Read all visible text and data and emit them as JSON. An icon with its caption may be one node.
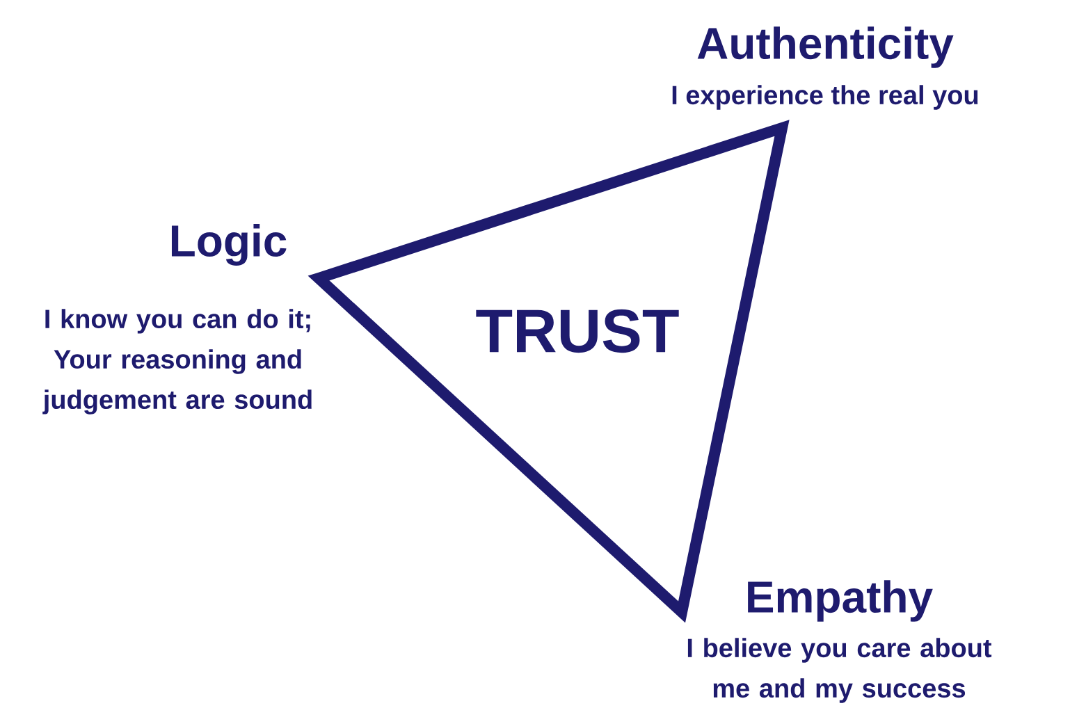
{
  "diagram": {
    "nodes": [
      {
        "text": [
          "TRUST"
        ]
      }
    ],
    "labels": [
      "Authenticity",
      "I experience the real you",
      "Logic",
      "I know you can do it; Your reasoning and judgement are sound",
      "Empathy",
      "I believe you care about me and my success"
    ]
  }
}
